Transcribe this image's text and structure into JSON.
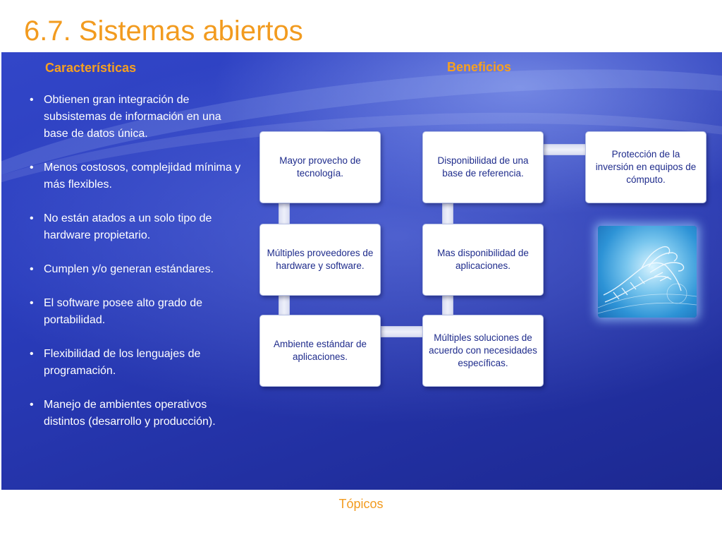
{
  "slide": {
    "title": "6.7. Sistemas abiertos",
    "footer_link": "Tópicos"
  },
  "left": {
    "heading": "Características",
    "bullets": [
      "Obtienen gran integración de subsistemas de información en una base de datos única.",
      "Menos costosos, complejidad mínima y más flexibles.",
      "No están atados a un solo tipo de hardware propietario.",
      "Cumplen y/o generan estándares.",
      "El software posee alto grado de portabilidad.",
      "Flexibilidad de los lenguajes de programación.",
      "Manejo de ambientes operativos distintos (desarrollo y producción)."
    ]
  },
  "right": {
    "heading": "Beneficios",
    "boxes": [
      "Mayor provecho de tecnología.",
      "Múltiples proveedores de hardware y software.",
      "Ambiente estándar de aplicaciones.",
      "Múltiples soluciones de acuerdo con necesidades específicas.",
      "Mas disponibilidad de aplicaciones.",
      "Disponibilidad de una base de referencia.",
      "Protección de la inversión en equipos de cómputo."
    ],
    "image_icon": "digital-hand-icon"
  },
  "colors": {
    "title": "#f29b1f",
    "heading": "#f6a020",
    "panel_blue": "#2a3dbd",
    "box_text": "#1f2c8c"
  }
}
